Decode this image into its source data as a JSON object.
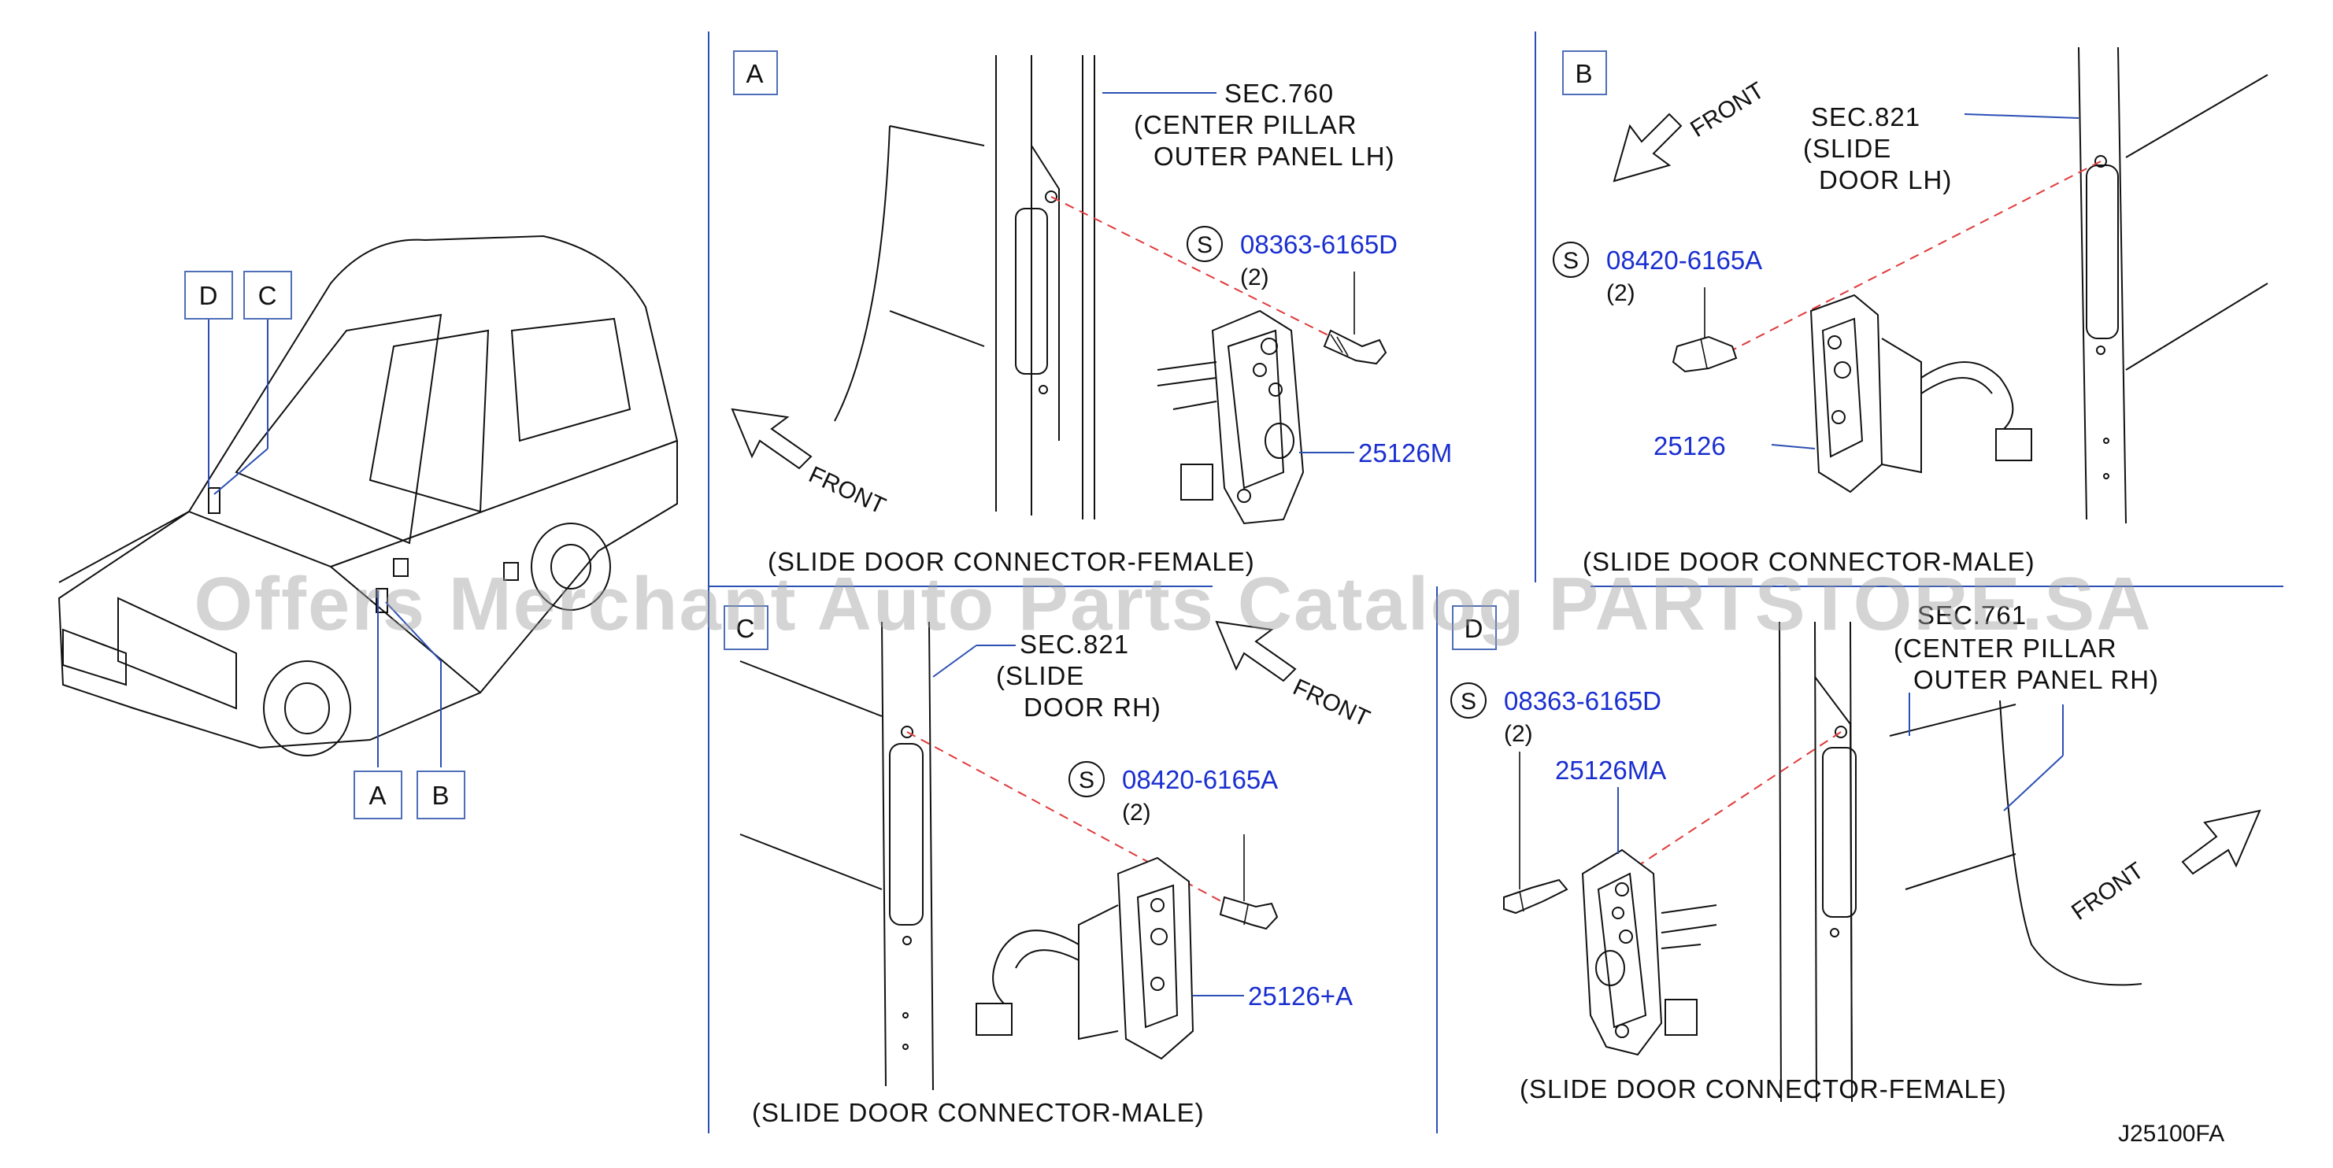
{
  "overview": {
    "callouts": [
      "D",
      "C",
      "A",
      "B"
    ]
  },
  "panel_a": {
    "tag": "A",
    "sec_lines": [
      "SEC.760",
      "(CENTER  PILLAR",
      "OUTER  PANEL  LH)"
    ],
    "bolt_symbol": "S",
    "bolt_part": "08363-6165D",
    "bolt_qty": "(2)",
    "connector_part": "25126M",
    "front": "FRONT",
    "caption": "(SLIDE  DOOR  CONNECTOR-FEMALE)"
  },
  "panel_b": {
    "tag": "B",
    "sec_lines": [
      "SEC.821",
      "(SLIDE",
      "DOOR  LH)"
    ],
    "bolt_symbol": "S",
    "bolt_part": "08420-6165A",
    "bolt_qty": "(2)",
    "connector_part": "25126",
    "front": "FRONT",
    "caption": "(SLIDE  DOOR  CONNECTOR-MALE)"
  },
  "panel_c": {
    "tag": "C",
    "sec_lines": [
      "SEC.821",
      "(SLIDE",
      "DOOR  RH)"
    ],
    "bolt_symbol": "S",
    "bolt_part": "08420-6165A",
    "bolt_qty": "(2)",
    "connector_part": "25126+A",
    "front": "FRONT",
    "caption": "(SLIDE  DOOR  CONNECTOR-MALE)"
  },
  "panel_d": {
    "tag": "D",
    "sec_lines": [
      "SEC.761",
      "(CENTER  PILLAR",
      "OUTER  PANEL  RH)"
    ],
    "bolt_symbol": "S",
    "bolt_part": "08363-6165D",
    "bolt_qty": "(2)",
    "connector_part": "25126MA",
    "front": "FRONT",
    "caption": "(SLIDE  DOOR  CONNECTOR-FEMALE)"
  },
  "figure_code": "J25100FA",
  "watermark": "Offers Merchant Auto Parts Catalog PARTSTORE.SA",
  "colors": {
    "part_number": "#1a2fd0",
    "leader_line": "#2b4fb5",
    "mounting_dash": "#e03a3a"
  }
}
